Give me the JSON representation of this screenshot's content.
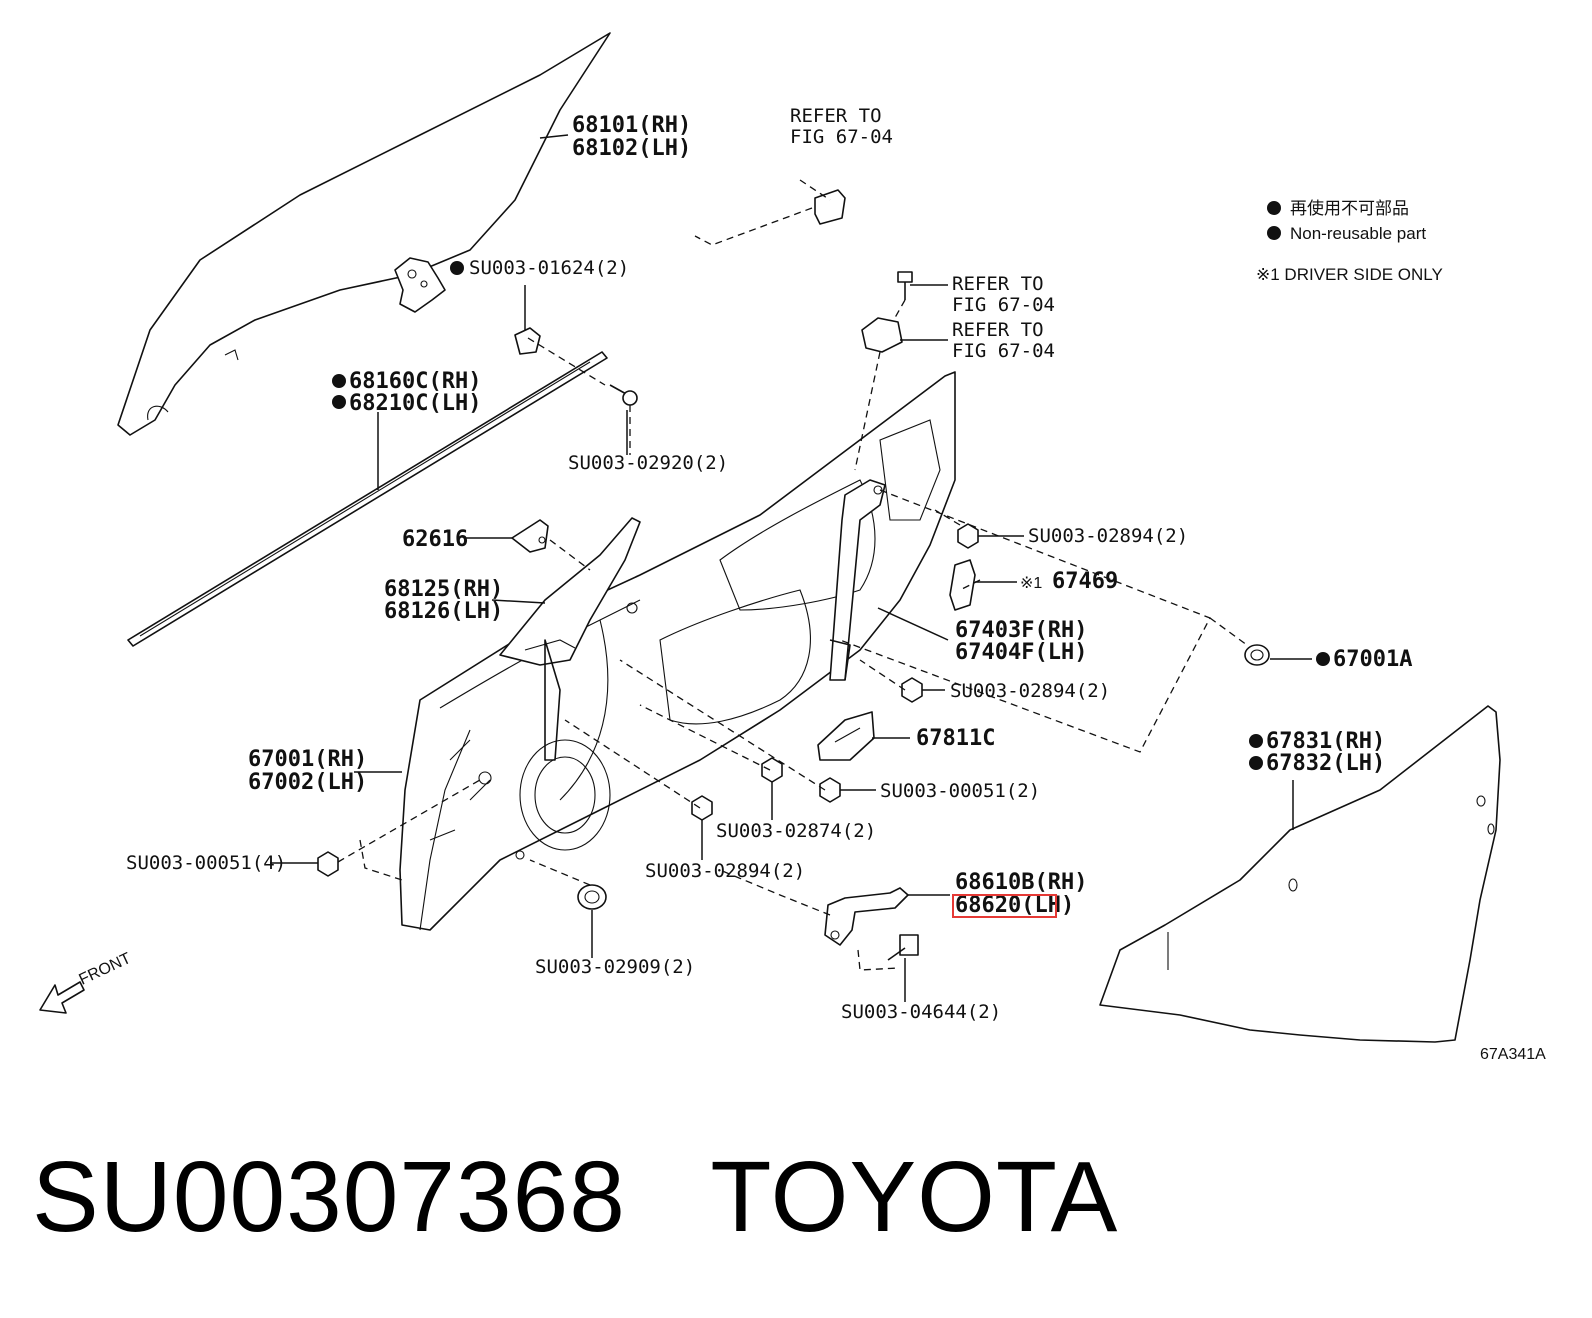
{
  "labels": {
    "glass_rh": "68101(RH)",
    "glass_lh": "68102(LH)",
    "refer1_a": "REFER TO",
    "refer1_b": "FIG 67-04",
    "refer2_a": "REFER TO",
    "refer2_b": "FIG 67-04",
    "refer3_a": "REFER TO",
    "refer3_b": "FIG 67-04",
    "su01624": "SU003-01624(2)",
    "weather_rh": "68160C(RH)",
    "weather_lh": "68210C(LH)",
    "su02920": "SU003-02920(2)",
    "p62616": "62616",
    "frame_rh": "68125(RH)",
    "frame_lh": "68126(LH)",
    "su02894_a": "SU003-02894(2)",
    "p67469_mark": "※1",
    "p67469": "67469",
    "reg_rh": "67403F(RH)",
    "reg_lh": "67404F(LH)",
    "p67001a": "67001A",
    "su02894_b": "SU003-02894(2)",
    "p67811c": "67811C",
    "door_rh": "67001(RH)",
    "door_lh": "67002(LH)",
    "su00051_a": "SU003-00051(2)",
    "cover_rh": "67831(RH)",
    "cover_lh": "67832(LH)",
    "su02874": "SU003-02874(2)",
    "su00051_b": "SU003-00051(4)",
    "su02894_c": "SU003-02894(2)",
    "check_rh": "68610B(RH)",
    "check_lh": "68620(LH)",
    "su02909": "SU003-02909(2)",
    "su04644": "SU003-04644(2)",
    "front": "FRONT",
    "fig_code": "67A341A"
  },
  "legend": {
    "jp": "再使用不可部品",
    "en": "Non-reusable part",
    "note": "※1 DRIVER SIDE ONLY"
  },
  "title": {
    "part_no": "SU00307368",
    "brand": "TOYOTA"
  },
  "colors": {
    "highlight": "#e53935",
    "ink": "#111111"
  }
}
